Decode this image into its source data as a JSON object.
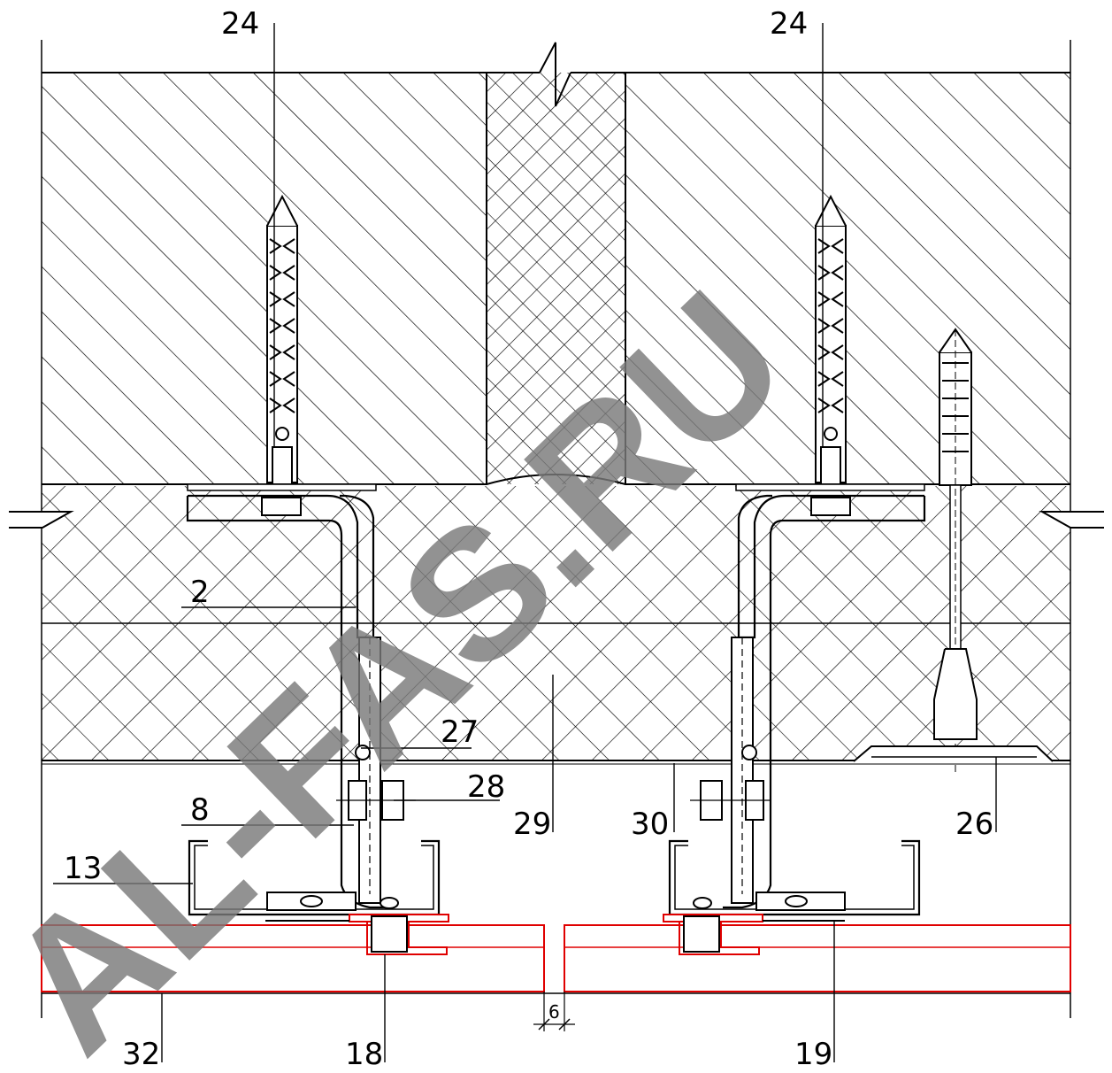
{
  "labels": {
    "anchor_left": "24",
    "anchor_right": "24",
    "bracket": "2",
    "bolt_small": "27",
    "bolt_nut": "28",
    "rivet": "8",
    "profile": "13",
    "insulation": "29",
    "membrane": "30",
    "insulation_dowel": "26",
    "panel": "32",
    "clip_left": "18",
    "clip_right": "19"
  },
  "dimensions": {
    "joint_gap": "6"
  },
  "watermark": "AL-FAS.RU",
  "colors": {
    "line": "#000000",
    "panel": "#e00000",
    "watermark": "#7a7a7a"
  }
}
